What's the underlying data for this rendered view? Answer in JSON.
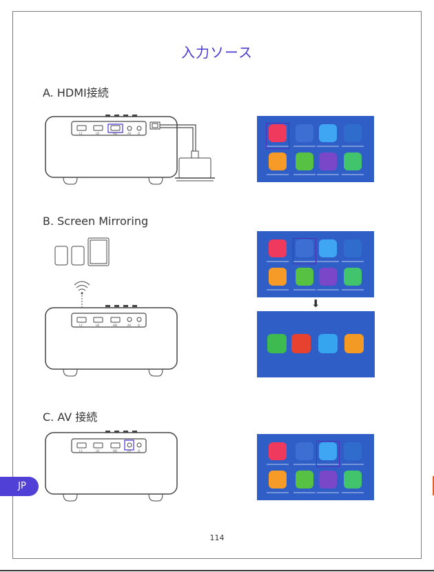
{
  "page": {
    "title": "入力ソース",
    "page_number": "114",
    "language_tab": "JP",
    "accent": "#5140d6"
  },
  "sections": [
    {
      "id": "A",
      "heading": "A. HDMI接続",
      "selected_source": "hdmi",
      "highlighted_port": "HD"
    },
    {
      "id": "B",
      "heading": "B. Screen Mirroring",
      "selected_source": "mirroring"
    },
    {
      "id": "C",
      "heading": "C. AV 接続",
      "selected_source": "av",
      "highlighted_port": "AV"
    }
  ],
  "projector": {
    "port_labels": [
      "L1",
      "U2",
      "HD",
      "AV",
      "Ω"
    ]
  },
  "menu_tiles": [
    {
      "icon": "hdmi-icon",
      "color": "#ef3a5d"
    },
    {
      "icon": "screen-mirroring-icon",
      "color": "#3d6fd3"
    },
    {
      "icon": "av-icon",
      "color": "#3ea6f2"
    },
    {
      "icon": "settings-icon",
      "color": "#2f6ccc"
    },
    {
      "icon": "video-icon",
      "color": "#f79b28"
    },
    {
      "icon": "music-icon",
      "color": "#56c142"
    },
    {
      "icon": "photo-icon",
      "color": "#7a47c9"
    },
    {
      "icon": "file-icon",
      "color": "#41c46c"
    }
  ],
  "cast_tiles": [
    {
      "icon": "android-cast-icon",
      "color": "#3dbb50"
    },
    {
      "icon": "ios-cast-icon",
      "color": "#e7412f"
    },
    {
      "icon": "windows-cast-icon",
      "color": "#35a5f0"
    },
    {
      "icon": "help-icon",
      "color": "#f39a24"
    }
  ]
}
